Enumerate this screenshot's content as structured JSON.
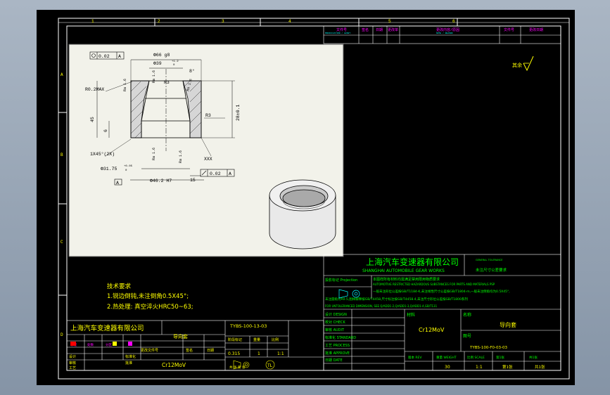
{
  "colors": {
    "background": "#9aa8b8",
    "sheet": "#000000",
    "frame": "#ffffff",
    "viewport": "#f2f2ea",
    "yellow": "#ffff00",
    "green": "#00ff00",
    "cyan": "#00ffff",
    "magenta": "#ff00ff",
    "red": "#ff0000"
  },
  "zones": {
    "top": [
      "1",
      "2",
      "3",
      "4",
      "5",
      "6"
    ],
    "left": [
      "A",
      "B",
      "C",
      "D"
    ]
  },
  "drawing": {
    "dims": {
      "flatness": "0.02",
      "flatness_datum": "A",
      "od": "Φ66 g8",
      "top_dia": "Φ39",
      "top_dia_tol_upper": "+1.2",
      "top_dia_tol_lower": "0",
      "r_max": "R0.2MAX",
      "r3_top": "R3",
      "r3_side": "R3",
      "ra_left": "Ra 1.6",
      "ra_mid_top": "Ra 1.6",
      "ra_right_top": "Ra 1.6",
      "ra_mid_bot": "Ra 1.6",
      "ra_right_bot": "Ra 1.6",
      "angle": "8°",
      "height_total": "45",
      "height_small": "6",
      "side_dim": "28±0.1",
      "chamfer": "1X45°(2X)",
      "bot_dia": "Φ31.75",
      "bot_dia_tol_upper": "+0.05",
      "bot_dia_tol_lower": "0",
      "bore": "Φ46.2 H7",
      "len_15": "15",
      "runout": "0.02",
      "runout_datum": "A",
      "xxx": "XXX",
      "datum_a": "A"
    },
    "roughness_note": "其余"
  },
  "tech": {
    "title": "技术要求",
    "line1": "1.锐边倒钝,未注倒角0.5X45°;",
    "line2": "2.热处理: 真空淬火HRC50~63;"
  },
  "revision": {
    "headers": [
      "文件号",
      "签名",
      "日期",
      "更改单",
      "更改内容/原因",
      "文件号",
      "更改日期"
    ],
    "sub_left": "MODIFICATION / AVANT",
    "sub_mid": "NOTE / REASON"
  },
  "company": {
    "name_cn": "上海汽车变速器有限公司",
    "name_en": "SHANGHAI AUTOMOBILE GEAR WORKS",
    "unspecified": "未注尺寸公差要求",
    "tol_label": "GENERAL TOLERANCE"
  },
  "title_block": {
    "projection_label": "投影标记 Projection",
    "notice1": "本图样所有材料均需满足禁用限用物质要求",
    "notice1_en": "AUTOMOTIVE RESTRICTED HAZARDOUS SUBSTANCES FOR PARTS AND MATERIALS PSP",
    "notice2": "一般未注形位公差按GB/T1184-K,未注线性尺寸公差按GB/T1804-m,一般未注倒角均为0.5X45°,",
    "notice3": "未注圆角为R0.5,图样解释按GB/T4458,尺寸标注按GB/T4458.4,未注尺寸形位公差按GB/T1800系列",
    "notice4": "FOR UNTOLERANCED DIMENSION, SEE Q/ADD1-2,Q/ADD1-3,Q/ADD1-4,GB/T131",
    "left_labels": [
      "设计 DESIGN",
      "校对 CHECK",
      "审核 AUDIT",
      "标准化 STANDARD",
      "工艺 PROCESS",
      "批准 APPROVE",
      "日期 DATE"
    ],
    "material_label": "材料",
    "material": "Cr12MoV",
    "name_label": "名称",
    "name": "导向套",
    "number_label": "图号",
    "number": "TYBS-100-F0-03-03",
    "bottom_labels": [
      "版本 REV",
      "重量 WEIGHT",
      "比例 SCALE",
      "第1张",
      "共1张"
    ],
    "weight": "30",
    "scale": "1:1",
    "sheet": "第1张",
    "total": "共1张"
  },
  "part_table": {
    "company": "上海汽车变速器有限公司",
    "part_name": "导向套",
    "drawing_no": "TYBS-100-13-03",
    "left_hdr": [
      "标记",
      "处数",
      "分区",
      "更改文件号",
      "签名",
      "日期"
    ],
    "mid_labels": [
      "设计",
      "审核",
      "工艺"
    ],
    "std": "标准化",
    "approve": "批准",
    "stage_hdr": [
      "阶段标记",
      "重量",
      "比例"
    ],
    "weight": "0.315",
    "scale": "1:1",
    "count": "1",
    "sheets": "共 张  第 张",
    "material": "Cr12MoV",
    "mark": "TL"
  }
}
